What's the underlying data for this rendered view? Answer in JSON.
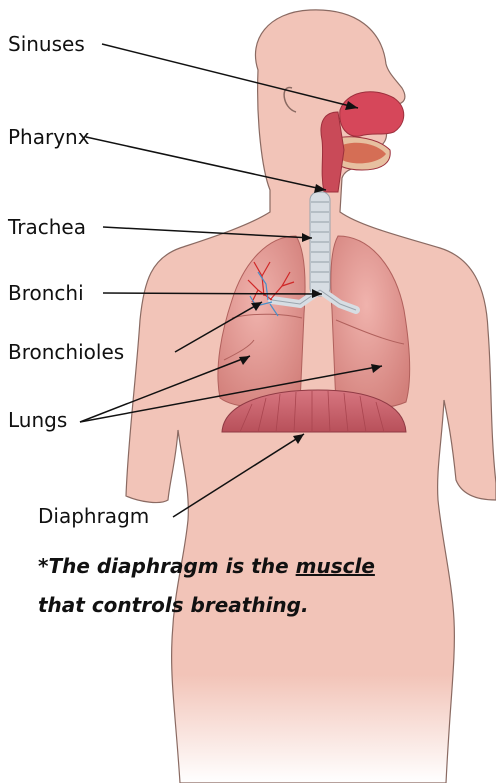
{
  "labels": {
    "sinuses": "Sinuses",
    "pharynx": "Pharynx",
    "trachea": "Trachea",
    "bronchi": "Bronchi",
    "bronchioles": "Bronchioles",
    "lungs": "Lungs",
    "diaphragm": "Diaphragm"
  },
  "note": {
    "part1": "*The diaphragm is the ",
    "emphasis": "muscle",
    "line2": "that controls breathing."
  },
  "colors": {
    "skin": "#f2c4b8",
    "skin_outline": "#8a6a62",
    "lung": "#e79a96",
    "lung_dark": "#c9716e",
    "diaphragm": "#c95e66",
    "airway": "#d7dde3",
    "nasal": "#d6475a",
    "vessel_blue": "#4a90c8",
    "vessel_red": "#d02828"
  }
}
